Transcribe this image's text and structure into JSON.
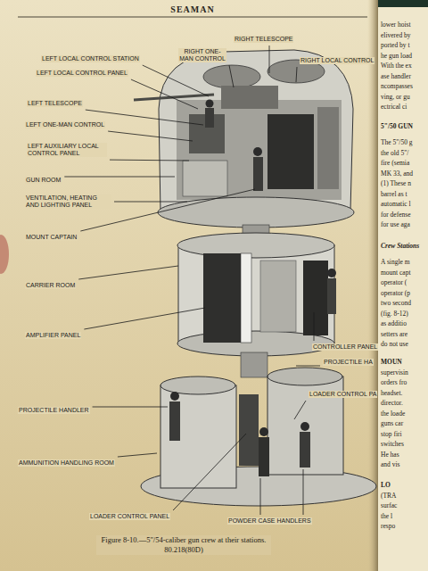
{
  "diagram": {
    "title": "SEAMAN",
    "caption": "Figure 8-10.—5\"/54-caliber gun crew at their stations. 80.218(80D)",
    "labels": [
      "RIGHT TELESCOPE",
      "RIGHT LOCAL CONTROL",
      "LEFT LOCAL CONTROL STATION",
      "RIGHT ONE-MAN CONTROL",
      "LEFT LOCAL CONTROL PANEL",
      "LEFT TELESCOPE",
      "LEFT ONE-MAN CONTROL",
      "LEFT AUXILIARY LOCAL CONTROL PANEL",
      "GUN ROOM",
      "VENTILATION, HEATING AND LIGHTING PANEL",
      "MOUNT CAPTAIN",
      "CARRIER ROOM",
      "CONTROLLER PANEL",
      "AMPLIFIER PANEL",
      "PROJECTILE HA",
      "LOADER CONTROL PA",
      "PROJECTILE HANDLER",
      "AMMUNITION HANDLING ROOM",
      "LOADER CONTROL PANEL",
      "POWDER CASE HANDLERS",
      "lower hoist",
      "elivered by",
      "ported by t",
      "he gun load",
      "With the ex",
      "ase handler",
      "ncompasses",
      "ving, or gu",
      "ectrical ci",
      "5\"/50 GUN",
      "The 5\"/50 g",
      "the old 5\"/",
      "fire (semia",
      "MK 33, and",
      "(1) These n",
      "barrel as t",
      "automatic l",
      "for defense",
      "for use aga",
      "Crew Stations",
      "A single m",
      "mount capt",
      "operator (",
      "operator (p",
      "two second",
      "(fig. 8-12)",
      "as additio",
      "setters are",
      "do not use",
      "MOUN",
      "supervisin",
      "orders fro",
      "headset.",
      "director.",
      "the loade",
      "guns car",
      "stop firi",
      "switches",
      "He has",
      "and vis",
      "LO",
      "(TRA",
      "surfac",
      "the l",
      "respo"
    ]
  }
}
